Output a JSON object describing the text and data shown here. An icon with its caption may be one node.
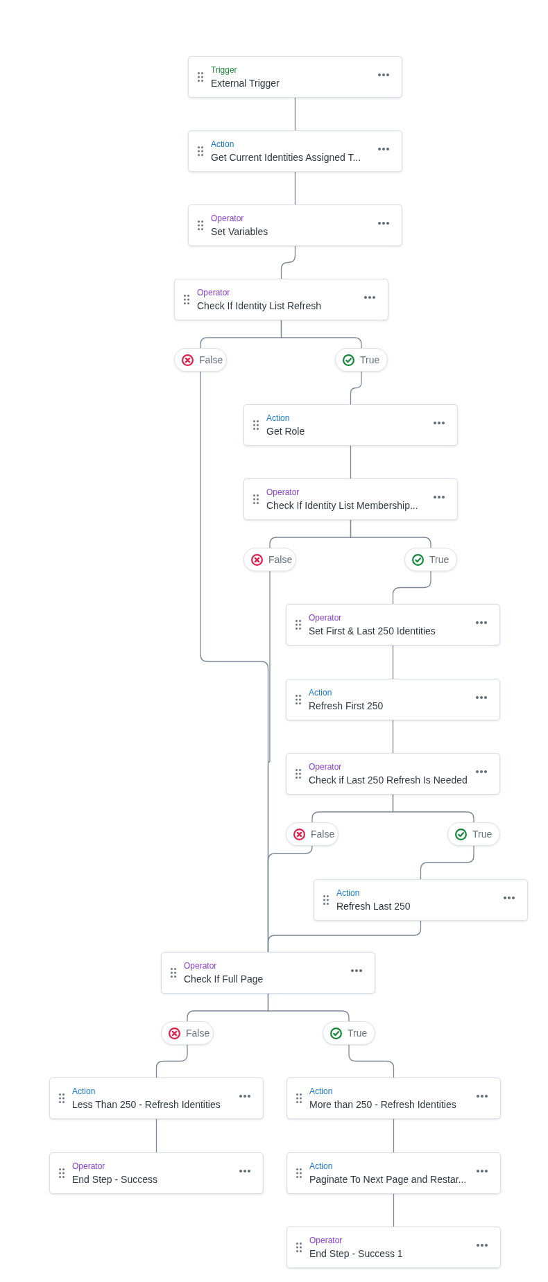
{
  "diagram": {
    "nodes": [
      {
        "text": [
          "Trigger",
          "External Trigger"
        ]
      },
      {
        "text": [
          "Action",
          "Get Current Identities Assigned T..."
        ]
      },
      {
        "text": [
          "Operator",
          "Set Variables"
        ]
      },
      {
        "text": [
          "Operator",
          "Check If Identity List Refresh"
        ]
      },
      {
        "text": [
          "False"
        ]
      },
      {
        "text": [
          "True"
        ]
      },
      {
        "text": [
          "Action",
          "Get Role"
        ]
      },
      {
        "text": [
          "Operator",
          "Check If Identity List Membership..."
        ]
      },
      {
        "text": [
          "False"
        ]
      },
      {
        "text": [
          "True"
        ]
      },
      {
        "text": [
          "Operator",
          "Set First & Last 250 Identities"
        ]
      },
      {
        "text": [
          "Action",
          "Refresh First 250"
        ]
      },
      {
        "text": [
          "Operator",
          "Check if Last 250 Refresh Is Needed"
        ]
      },
      {
        "text": [
          "False"
        ]
      },
      {
        "text": [
          "True"
        ]
      },
      {
        "text": [
          "Action",
          "Refresh Last 250"
        ]
      },
      {
        "text": [
          "Operator",
          "Check If Full Page"
        ]
      },
      {
        "text": [
          "False"
        ]
      },
      {
        "text": [
          "True"
        ]
      },
      {
        "text": [
          "Action",
          "Less Than 250 - Refresh Identities"
        ]
      },
      {
        "text": [
          "Action",
          "More than 250 - Refresh Identities"
        ]
      },
      {
        "text": [
          "Operator",
          "End Step - Success"
        ]
      },
      {
        "text": [
          "Action",
          "Paginate To Next Page and Restar..."
        ]
      },
      {
        "text": [
          "Operator",
          "End Step - Success 1"
        ]
      }
    ],
    "edges": [
      {
        "from": 0,
        "to": 1,
        "arrow": "none"
      },
      {
        "from": 1,
        "to": 2,
        "arrow": "none"
      },
      {
        "from": 2,
        "to": 3,
        "arrow": "none"
      },
      {
        "from": 3,
        "to": 4,
        "arrow": "none"
      },
      {
        "from": 3,
        "to": 5,
        "arrow": "none"
      },
      {
        "from": 5,
        "to": 6,
        "arrow": "none"
      },
      {
        "from": 6,
        "to": 7,
        "arrow": "none"
      },
      {
        "from": 7,
        "to": 8,
        "arrow": "none"
      },
      {
        "from": 7,
        "to": 9,
        "arrow": "none"
      },
      {
        "from": 9,
        "to": 10,
        "arrow": "none"
      },
      {
        "from": 10,
        "to": 11,
        "arrow": "none"
      },
      {
        "from": 11,
        "to": 12,
        "arrow": "none"
      },
      {
        "from": 12,
        "to": 13,
        "arrow": "none"
      },
      {
        "from": 12,
        "to": 14,
        "arrow": "none"
      },
      {
        "from": 14,
        "to": 15,
        "arrow": "none"
      },
      {
        "from": 4,
        "to": 16,
        "arrow": "none"
      },
      {
        "from": 8,
        "to": 16,
        "arrow": "none"
      },
      {
        "from": 13,
        "to": 16,
        "arrow": "none"
      },
      {
        "from": 15,
        "to": 16,
        "arrow": "none"
      },
      {
        "from": 16,
        "to": 17,
        "arrow": "none"
      },
      {
        "from": 16,
        "to": 18,
        "arrow": "none"
      },
      {
        "from": 17,
        "to": 19,
        "arrow": "none"
      },
      {
        "from": 18,
        "to": 20,
        "arrow": "none"
      },
      {
        "from": 19,
        "to": 21,
        "arrow": "none"
      },
      {
        "from": 20,
        "to": 22,
        "arrow": "none"
      },
      {
        "from": 22,
        "to": 23,
        "arrow": "none"
      }
    ]
  }
}
